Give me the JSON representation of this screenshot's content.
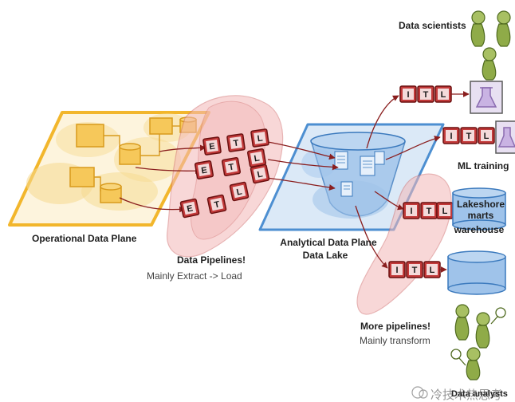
{
  "labels": {
    "operational_plane": "Operational Data Plane",
    "data_pipelines": "Data Pipelines!",
    "mainly_extract_load": "Mainly Extract -> Load",
    "analytical_plane": "Analytical Data Plane",
    "data_lake": "Data Lake",
    "more_pipelines": "More pipelines!",
    "mainly_transform": "Mainly transform",
    "data_scientists": "Data scientists",
    "ml_training": "ML training",
    "lakeshore_marts": "Lakeshore\nmarts",
    "warehouse": "warehouse",
    "data_analysts": "Data analysts",
    "watermark": "冷技术热思考"
  },
  "etl_letters": [
    "E",
    "T",
    "L",
    "I"
  ],
  "colors": {
    "operational_yellow": "#f2b62c",
    "pipeline_red": "#c23a3a",
    "analytical_blue": "#4d8fd1",
    "people_green": "#7f9b3f",
    "lab_purple": "#8a6bb0"
  },
  "icons": [
    "flask-icon",
    "database-icon",
    "person-icon",
    "magnifier-icon",
    "watermark-logo-icon"
  ]
}
